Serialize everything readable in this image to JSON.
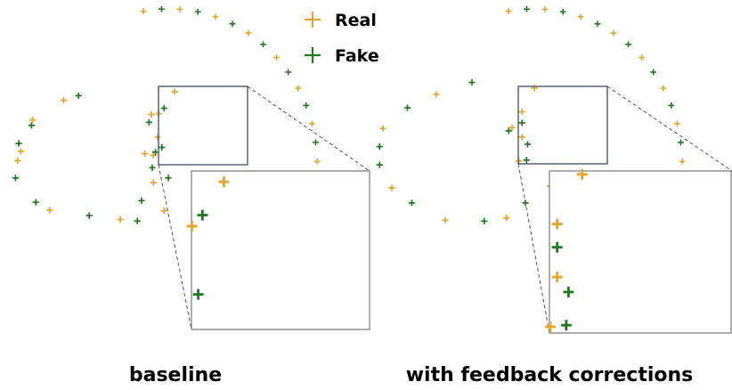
{
  "chart_data": [
    {
      "type": "scatter",
      "title": "",
      "caption": "baseline",
      "series": [
        {
          "name": "Real",
          "marker": "plus",
          "color": "#e8a42a",
          "points": [
            [
              0.51,
              0.67
            ],
            [
              -0.53,
              0.56
            ],
            [
              -0.82,
              0.31
            ],
            [
              -0.96,
              -0.21
            ],
            [
              -0.93,
              -0.09
            ],
            [
              -0.66,
              -0.84
            ],
            [
              0.0,
              -0.96
            ],
            [
              0.41,
              -0.85
            ],
            [
              0.31,
              -0.14
            ],
            [
              0.36,
              0.39
            ],
            [
              0.23,
              -0.12
            ],
            [
              0.31,
              -0.49
            ],
            [
              0.29,
              0.38
            ],
            [
              0.35,
              0.09
            ]
          ]
        },
        {
          "name": "Fake",
          "marker": "plus",
          "color": "#1f7a1f",
          "points": [
            [
              0.41,
              0.46
            ],
            [
              -0.39,
              0.62
            ],
            [
              -0.83,
              0.24
            ],
            [
              -0.95,
              0.01
            ],
            [
              -0.98,
              -0.43
            ],
            [
              -0.79,
              -0.74
            ],
            [
              -0.29,
              -0.91
            ],
            [
              0.16,
              -0.98
            ],
            [
              0.2,
              -0.72
            ],
            [
              0.45,
              -0.43
            ],
            [
              0.39,
              -0.04
            ],
            [
              0.27,
              0.28
            ],
            [
              0.33,
              -0.1
            ],
            [
              0.3,
              -0.3
            ]
          ]
        }
      ]
    },
    {
      "type": "scatter",
      "title": "",
      "caption": "with feedback corrections",
      "series": [
        {
          "name": "Real",
          "marker": "plus",
          "color": "#e8a42a",
          "points": [
            [
              0.44,
              0.71
            ],
            [
              -0.44,
              0.63
            ],
            [
              -0.92,
              0.2
            ],
            [
              -0.84,
              -0.55
            ],
            [
              -0.36,
              -0.96
            ],
            [
              0.19,
              -0.93
            ],
            [
              0.58,
              -0.53
            ],
            [
              0.33,
              0.41
            ],
            [
              0.3,
              -0.21
            ],
            [
              0.24,
              0.21
            ],
            [
              0.33,
              0.09
            ]
          ]
        },
        {
          "name": "Fake",
          "marker": "plus",
          "color": "#1f7a1f",
          "points": [
            [
              -0.12,
              0.78
            ],
            [
              -0.7,
              0.46
            ],
            [
              -0.95,
              -0.03
            ],
            [
              -0.95,
              -0.26
            ],
            [
              -0.66,
              -0.74
            ],
            [
              -0.01,
              -0.97
            ],
            [
              0.36,
              -0.74
            ],
            [
              0.37,
              -0.2
            ],
            [
              0.33,
              0.27
            ],
            [
              0.38,
              0.0
            ],
            [
              0.21,
              0.17
            ]
          ]
        }
      ]
    }
  ],
  "legend": {
    "real_label": "Real",
    "fake_label": "Fake",
    "real_color": "#e8a42a",
    "fake_color": "#1f7a1f",
    "placement": "top-center"
  },
  "captions": {
    "left": "baseline",
    "right": "with feedback corrections"
  }
}
